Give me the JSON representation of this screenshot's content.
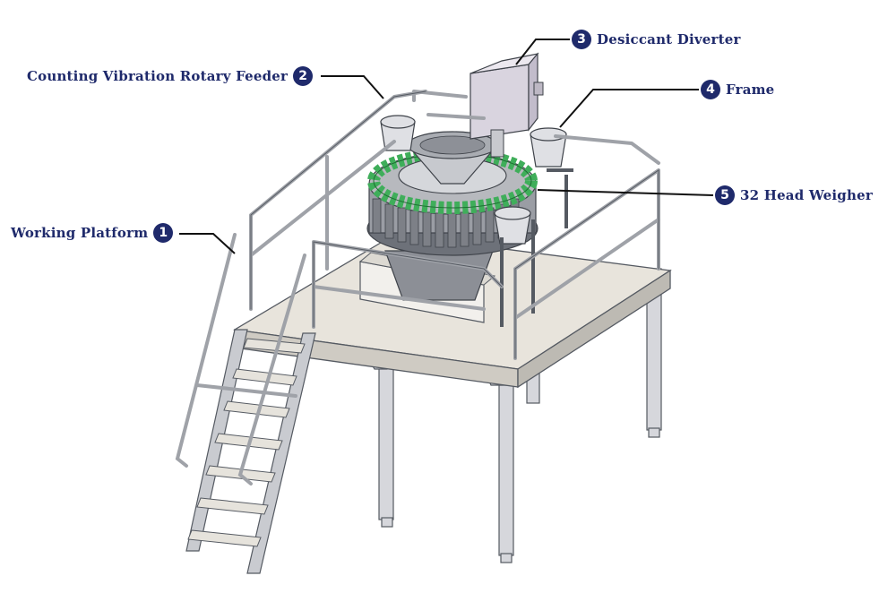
{
  "diagram": {
    "callouts": [
      {
        "number": "1",
        "label": "Working Platform"
      },
      {
        "number": "2",
        "label": "Counting Vibration Rotary Feeder"
      },
      {
        "number": "3",
        "label": "Desiccant Diverter"
      },
      {
        "number": "4",
        "label": "Frame"
      },
      {
        "number": "5",
        "label": "32 Head Weigher"
      }
    ],
    "colors": {
      "label_text": "#1f2a6b",
      "badge_fill": "#1f2a6b",
      "leader_line": "#111111",
      "steel": "#cfd1d6",
      "deck": "#e8e4dc",
      "frame_outline": "#555a62",
      "chute_green": "#3fae5a",
      "cabinet": "#d9d4df"
    }
  }
}
